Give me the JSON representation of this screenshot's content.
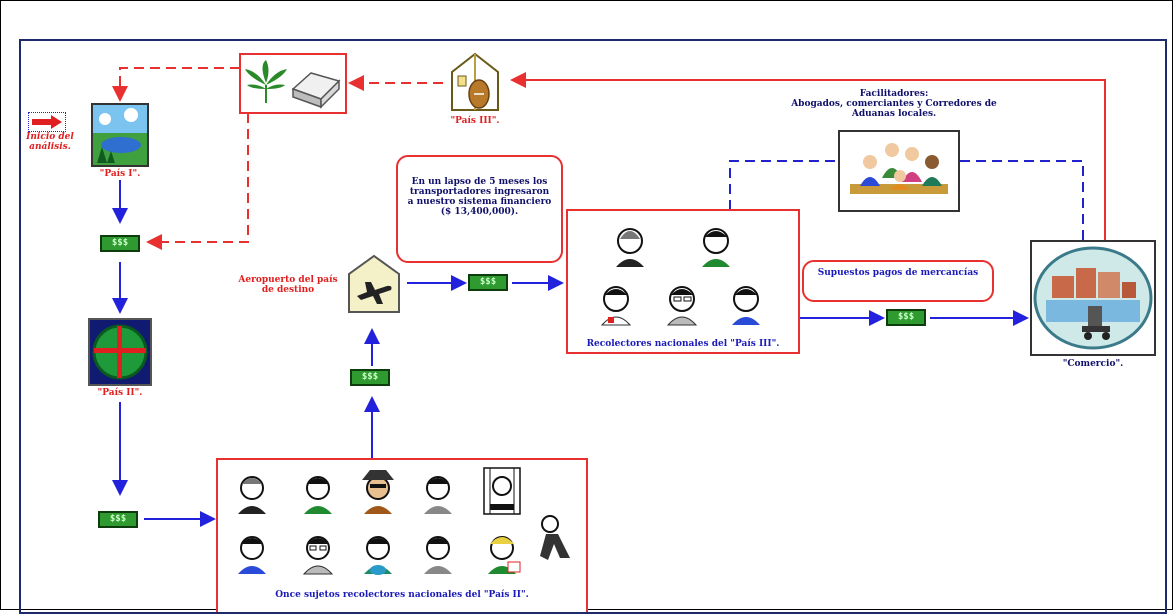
{
  "labels": {
    "start": "Inicio del análisis.",
    "country1": "\"País I\".",
    "country2": "\"País II\".",
    "country3": "\"País III\".",
    "airport": "Aeropuerto del país de destino",
    "lapse": "En un lapso de 5 meses los transportadores ingresaron a nuestro sistema financiero ($ 13,400,000).",
    "facilitators_title": "Facilitadores:",
    "facilitators_body": "Abogados, comerciantes y Corredores de Aduanas locales.",
    "payments": "Supuestos pagos de mercancías",
    "collectors3": "Recolectores nacionales del \"País III\".",
    "collectors2": "Once sujetos recolectores nacionales del \"País II\".",
    "commerce": "\"Comercio\"."
  },
  "money_symbol": "$$$",
  "colors": {
    "flow_blue": "#2222dd",
    "flow_red": "#e83030",
    "facilitator_dash": "#2222cc",
    "money_green": "#2f9a2f",
    "frame_navy": "#1f2a6d"
  },
  "icons": [
    "arrow-right-icon",
    "landscape-icon",
    "globe-map-icon",
    "cannabis-leaf-icon",
    "package-icon",
    "house-icon",
    "airport-icon",
    "meeting-icon",
    "port-icon",
    "person-icon",
    "money-icon"
  ]
}
